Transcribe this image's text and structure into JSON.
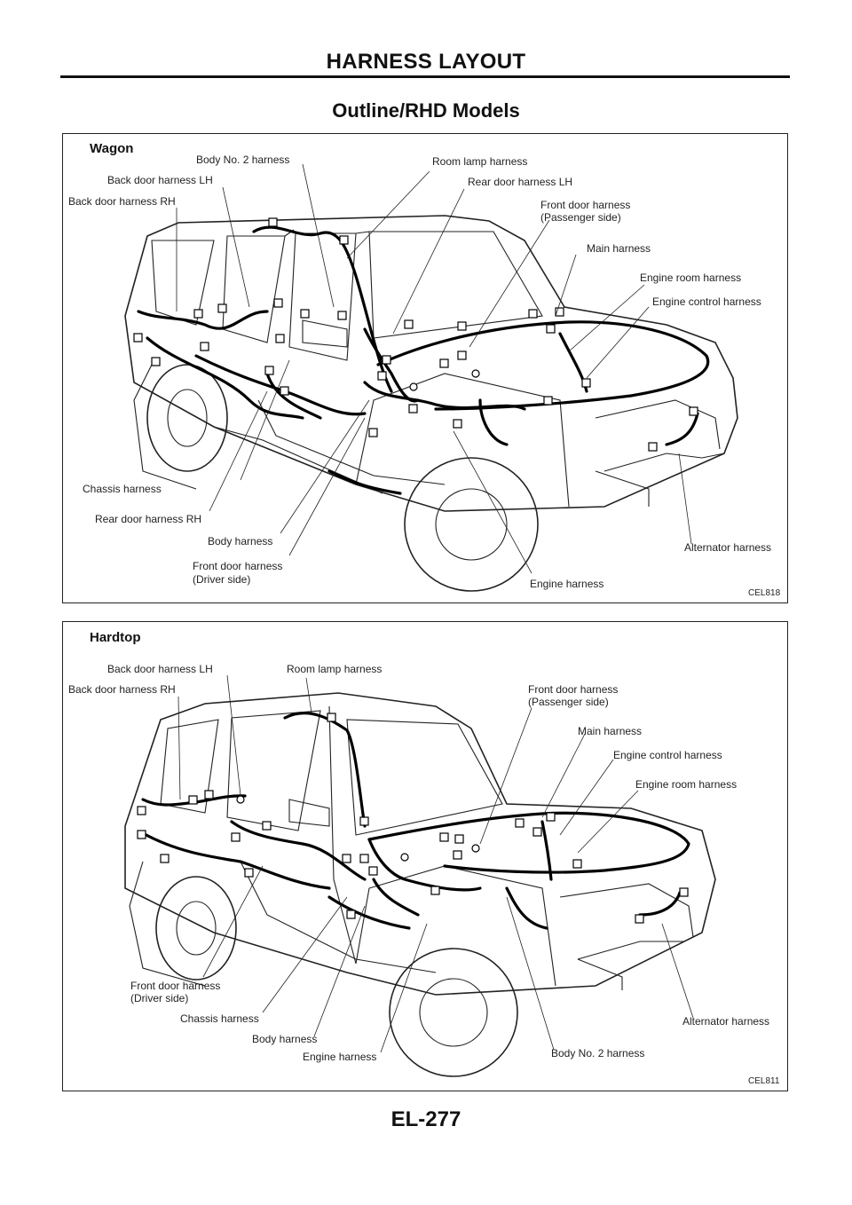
{
  "header": {
    "title": "HARNESS LAYOUT"
  },
  "section": {
    "title": "Outline/RHD Models"
  },
  "wagon": {
    "title": "Wagon",
    "code": "CEL818",
    "labels": [
      "Body No. 2 harness",
      "Back door harness LH",
      "Back door harness RH",
      "Room lamp harness",
      "Rear door harness LH",
      "Front door harness",
      "(Passenger side)",
      "Main harness",
      "Engine room harness",
      "Engine control harness",
      "Chassis harness",
      "Rear door harness RH",
      "Body harness",
      "Front door harness",
      "(Driver side)",
      "Engine harness",
      "Alternator harness"
    ]
  },
  "hardtop": {
    "title": "Hardtop",
    "code": "CEL811",
    "labels": [
      "Back door harness LH",
      "Back door harness RH",
      "Room lamp harness",
      "Front door harness",
      "(Passenger side)",
      "Main harness",
      "Engine control harness",
      "Engine room harness",
      "Front door harness",
      "(Driver side)",
      "Chassis harness",
      "Body harness",
      "Engine harness",
      "Body No. 2 harness",
      "Alternator harness"
    ]
  },
  "footer": {
    "page": "EL-277"
  }
}
